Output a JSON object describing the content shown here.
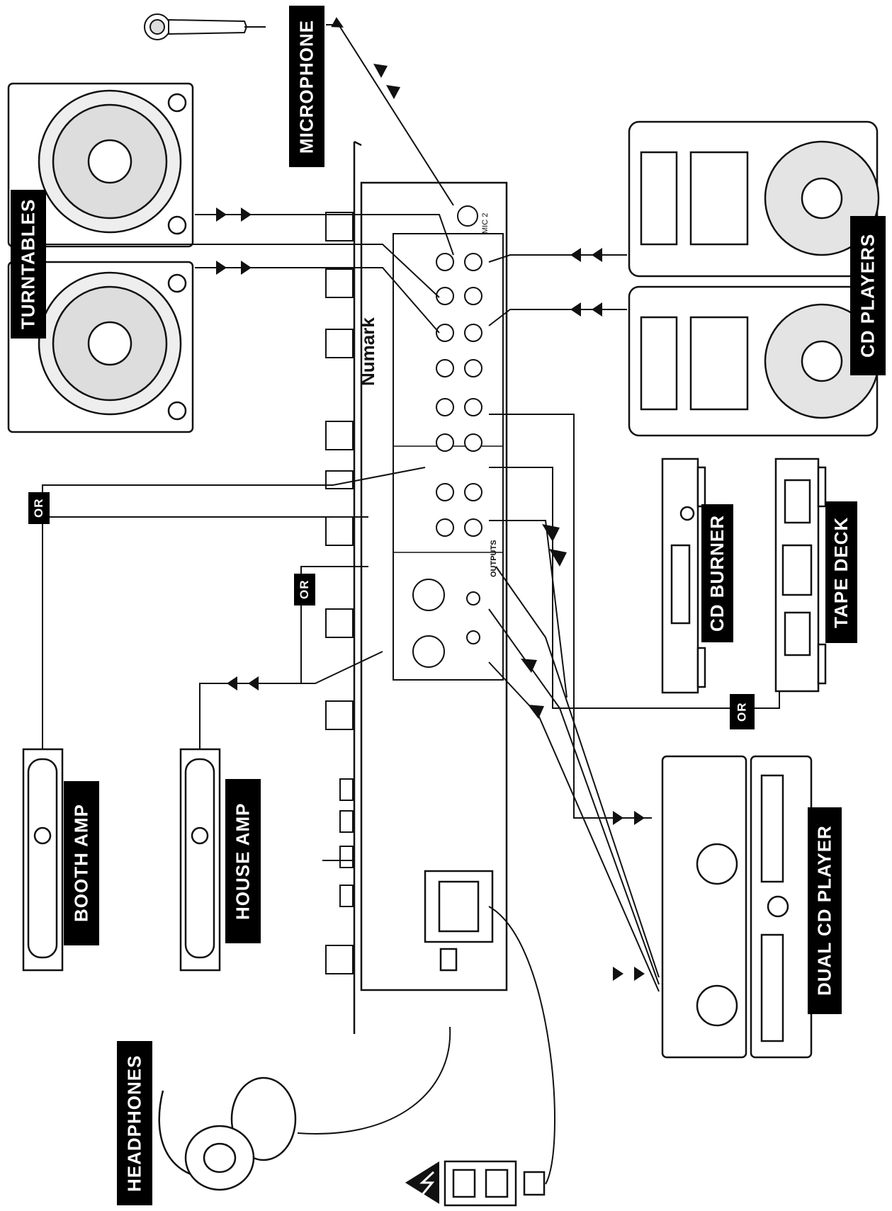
{
  "labels": {
    "microphone": "MICROPHONE",
    "turntables": "TURNTABLES",
    "cd_players": "CD PLAYERS",
    "cd_burner": "CD BURNER",
    "tape_deck": "TAPE DECK",
    "booth_amp": "BOOTH AMP",
    "house_amp": "HOUSE AMP",
    "dual_cd_player": "DUAL CD PLAYER",
    "headphones": "HEADPHONES",
    "or_1": "OR",
    "or_2": "OR",
    "or_3": "OR"
  },
  "mixer": {
    "brand": "Numark",
    "mic_input": "MIC 2",
    "outputs": "OUTPUTS"
  },
  "colors": {
    "ink": "#111111",
    "label_bg": "#000000",
    "label_text": "#ffffff",
    "paper": "#ffffff"
  },
  "icons": [
    "microphone-icon",
    "turntable-icon",
    "cd-player-icon",
    "cd-burner-icon",
    "tape-deck-icon",
    "amplifier-icon",
    "dual-cd-player-icon",
    "headphones-icon",
    "power-outlet-icon",
    "high-voltage-icon",
    "signal-arrow-icon"
  ]
}
